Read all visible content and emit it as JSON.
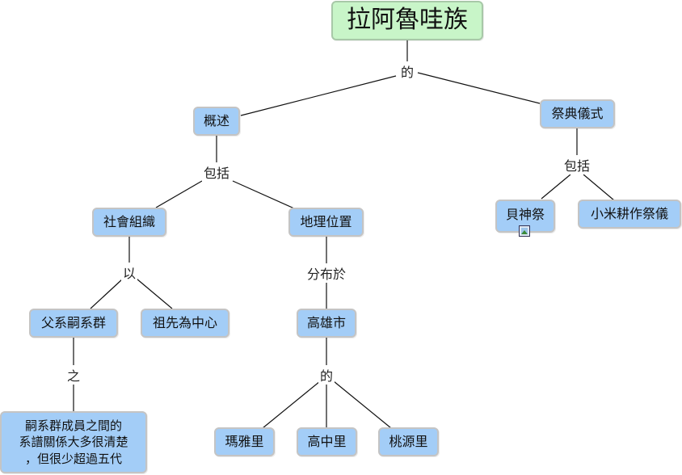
{
  "diagram": {
    "type": "concept-map",
    "nodes": {
      "root": "拉阿魯哇族",
      "overview": "概述",
      "ceremony": "祭典儀式",
      "social": "社會組織",
      "geo": "地理位置",
      "beishen": "貝神祭",
      "millet": "小米耕作祭儀",
      "patrilineal": "父系嗣系群",
      "ancestor": "祖先為中心",
      "kaohsiung": "高雄市",
      "lineage_desc_1": "嗣系群成員之間的",
      "lineage_desc_2": "系譜關係大多很清楚",
      "lineage_desc_3": "，但很少超過五代",
      "maya": "瑪雅里",
      "gaozhong": "高中里",
      "taoyuan": "桃源里"
    },
    "links": {
      "de_root": "的",
      "baokuo_overview": "包括",
      "baokuo_ceremony": "包括",
      "yi": "以",
      "fenbuyu": "分布於",
      "zhi": "之",
      "de_kaohsiung": "的"
    },
    "attachment_icon": "image-icon"
  }
}
